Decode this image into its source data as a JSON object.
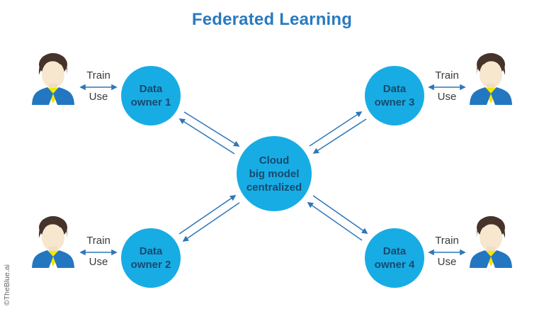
{
  "title": "Federated Learning",
  "watermark": "©TheBlue.ai",
  "center_node": {
    "label": "Cloud big model centralized",
    "lines": [
      "Cloud",
      "big model",
      "centralized"
    ]
  },
  "owners": [
    {
      "position": "top-left",
      "label": "Data owner 1",
      "lines": [
        "Data",
        "owner 1"
      ],
      "train_label": "Train",
      "use_label": "Use"
    },
    {
      "position": "top-right",
      "label": "Data owner 3",
      "lines": [
        "Data",
        "owner 3"
      ],
      "train_label": "Train",
      "use_label": "Use"
    },
    {
      "position": "bottom-left",
      "label": "Data owner 2",
      "lines": [
        "Data",
        "owner 2"
      ],
      "train_label": "Train",
      "use_label": "Use"
    },
    {
      "position": "bottom-right",
      "label": "Data owner 4",
      "lines": [
        "Data",
        "owner 4"
      ],
      "train_label": "Train",
      "use_label": "Use"
    }
  ],
  "colors": {
    "title": "#2A7ABF",
    "node_fill": "#18ACE4",
    "node_text": "#174A6E",
    "arrow": "#2E76B8",
    "link_label_text": "#3A3A3A",
    "watermark": "#66676B",
    "person_hair": "#46332A",
    "person_skin": "#F7E7CE",
    "person_jacket": "#2277C0",
    "person_shirt": "#F6E700"
  }
}
